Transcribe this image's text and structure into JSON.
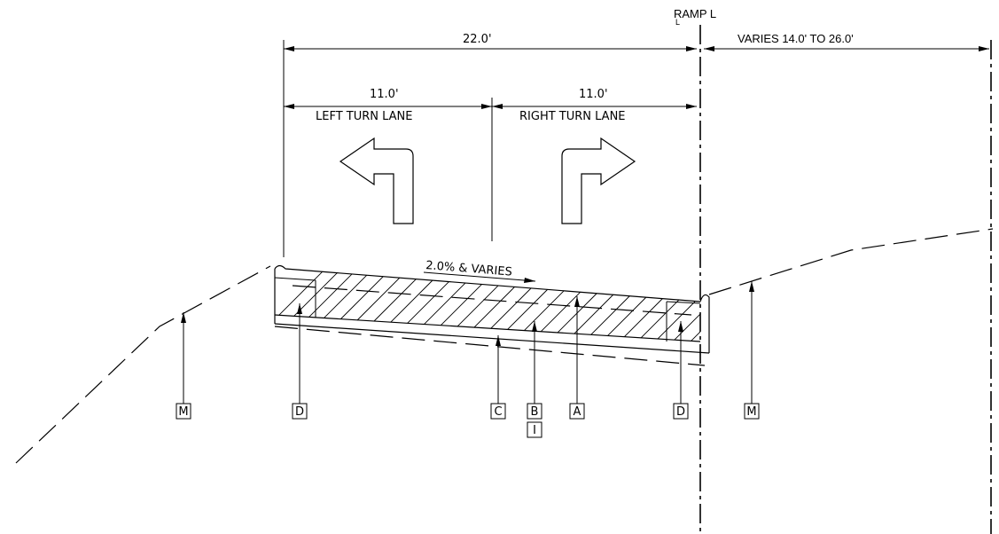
{
  "centerline_label": "RAMP L",
  "centerline_symbol": "L",
  "dimensions": {
    "total_width": "22.0'",
    "left_lane_width": "11.0'",
    "right_lane_width": "11.0'",
    "shoulder_width": "VARIES 14.0' TO 26.0'"
  },
  "lanes": {
    "left": "LEFT TURN LANE",
    "right": "RIGHT TURN LANE"
  },
  "cross_slope": "2.0% & VARIES",
  "callouts": [
    "M",
    "D",
    "C",
    "B",
    "I",
    "A",
    "D",
    "M"
  ],
  "icons": [
    "left-turn-arrow-icon",
    "right-turn-arrow-icon"
  ]
}
